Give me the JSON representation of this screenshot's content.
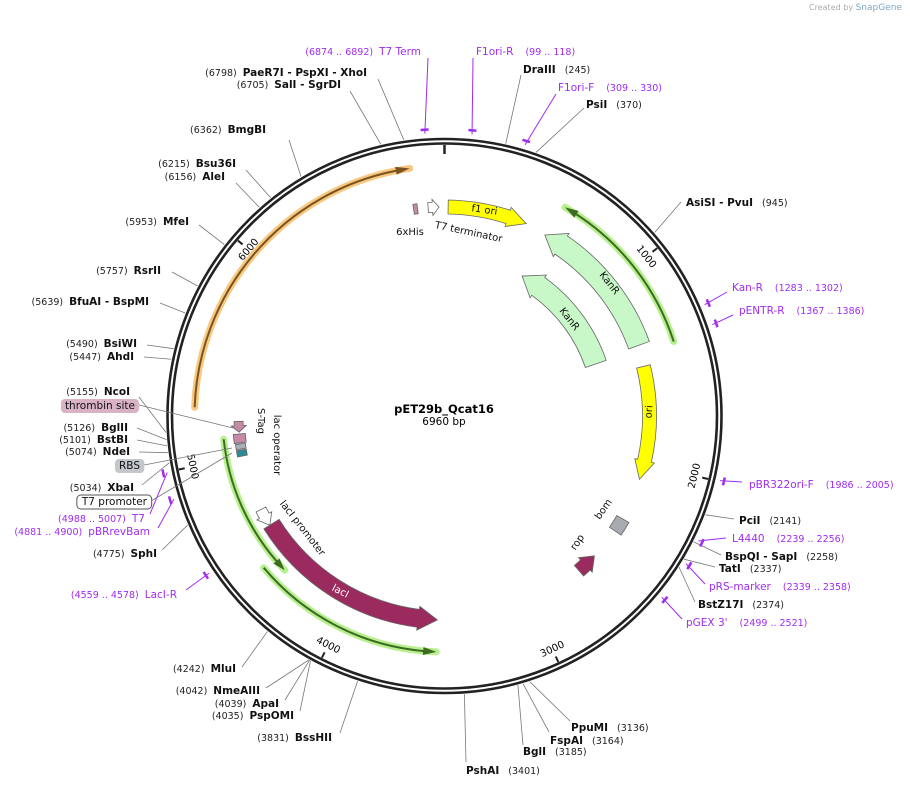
{
  "credit": {
    "prefix": "Created by",
    "brand": "SnapGene"
  },
  "plasmid": {
    "name": "pET29b_Qcat16",
    "length": "6960 bp",
    "total_bp": 6960
  },
  "ticks": [
    "1000",
    "2000",
    "3000",
    "4000",
    "5000",
    "6000"
  ],
  "enzymes": [
    {
      "name": "PaeR7I  - PspXI  - XhoI",
      "pos": "(6798)",
      "bp": 6798
    },
    {
      "name": "SalI  - SgrDI",
      "pos": "(6705)",
      "bp": 6705
    },
    {
      "name": "BmgBI",
      "pos": "(6362)",
      "bp": 6362
    },
    {
      "name": "Bsu36I",
      "pos": "(6215)",
      "bp": 6215
    },
    {
      "name": "AleI",
      "pos": "(6156)",
      "bp": 6156
    },
    {
      "name": "MfeI",
      "pos": "(5953)",
      "bp": 5953
    },
    {
      "name": "RsrII",
      "pos": "(5757)",
      "bp": 5757
    },
    {
      "name": "BfuAI  - BspMI",
      "pos": "(5639)",
      "bp": 5639
    },
    {
      "name": "BsiWI",
      "pos": "(5490)",
      "bp": 5490
    },
    {
      "name": "AhdI",
      "pos": "(5447)",
      "bp": 5447
    },
    {
      "name": "NcoI",
      "pos": "(5155)",
      "bp": 5155
    },
    {
      "name": "BglII",
      "pos": "(5126)",
      "bp": 5126
    },
    {
      "name": "BstBI",
      "pos": "(5101)",
      "bp": 5101
    },
    {
      "name": "NdeI",
      "pos": "(5074)",
      "bp": 5074
    },
    {
      "name": "XbaI",
      "pos": "(5034)",
      "bp": 5034
    },
    {
      "name": "SphI",
      "pos": "(4775)",
      "bp": 4775
    },
    {
      "name": "MluI",
      "pos": "(4242)",
      "bp": 4242
    },
    {
      "name": "NmeAIII",
      "pos": "(4042)",
      "bp": 4042
    },
    {
      "name": "ApaI",
      "pos": "(4039)",
      "bp": 4039
    },
    {
      "name": "PspOMI",
      "pos": "(4035)",
      "bp": 4035
    },
    {
      "name": "BssHII",
      "pos": "(3831)",
      "bp": 3831
    },
    {
      "name": "PshAI",
      "pos": "(3401)",
      "bp": 3401
    },
    {
      "name": "BglI",
      "pos": "(3185)",
      "bp": 3185
    },
    {
      "name": "FspAI",
      "pos": "(3164)",
      "bp": 3164
    },
    {
      "name": "PpuMI",
      "pos": "(3136)",
      "bp": 3136
    },
    {
      "name": "AsiSI  - PvuI",
      "pos": "(945)",
      "bp": 945
    },
    {
      "name": "PciI",
      "pos": "(2141)",
      "bp": 2141
    },
    {
      "name": "BspQI  - SapI",
      "pos": "(2258)",
      "bp": 2258
    },
    {
      "name": "TatI",
      "pos": "(2337)",
      "bp": 2337
    },
    {
      "name": "BstZ17I",
      "pos": "(2374)",
      "bp": 2374
    },
    {
      "name": "DraIII",
      "pos": "(245)",
      "bp": 245
    },
    {
      "name": "PsiI",
      "pos": "(370)",
      "bp": 370
    }
  ],
  "primers": [
    {
      "name": "T7 Term",
      "range": "(6874 .. 6892)",
      "bp": 6883
    },
    {
      "name": "F1ori-R",
      "range": "(99 .. 118)",
      "bp": 108
    },
    {
      "name": "F1ori-F",
      "range": "(309 .. 330)",
      "bp": 320
    },
    {
      "name": "Kan-R",
      "range": "(1283 .. 1302)",
      "bp": 1292
    },
    {
      "name": "pENTR-R",
      "range": "(1367 .. 1386)",
      "bp": 1376
    },
    {
      "name": "pBR322ori-F",
      "range": "(1986 .. 2005)",
      "bp": 1995
    },
    {
      "name": "L4440",
      "range": "(2239 .. 2256)",
      "bp": 2247
    },
    {
      "name": "pRS-marker",
      "range": "(2339 .. 2358)",
      "bp": 2348
    },
    {
      "name": "pGEX 3'",
      "range": "(2499 .. 2521)",
      "bp": 2510
    },
    {
      "name": "T7",
      "range": "(4988 .. 5007)",
      "bp": 4997
    },
    {
      "name": "pBRrevBam",
      "range": "(4881 .. 4900)",
      "bp": 4890
    },
    {
      "name": "LacI-R",
      "range": "(4559 .. 4578)",
      "bp": 4568
    }
  ],
  "boxed_features": [
    {
      "name": "thrombin site",
      "fill": "#d9b3c5"
    },
    {
      "name": "RBS",
      "fill": "#c3c7cc"
    },
    {
      "name": "T7 promoter",
      "fill": "#ffffff"
    }
  ],
  "features": {
    "f1_ori": "f1 ori",
    "kanr_outer": "KanR",
    "kanr_inner": "KanR",
    "ori": "ori",
    "bom": "bom",
    "rop": "rop",
    "laci": "lacI",
    "laci_promoter": "lacI promoter",
    "his_tag": "6xHis",
    "t7_terminator": "T7 terminator",
    "s_tag": "S-Tag",
    "lac_operator": "lac operator"
  },
  "colors": {
    "primer": "#a02cf0",
    "ori_yellow": "#ffff00",
    "kanr_green": "#c8f8c8",
    "maroon": "#9b2b5e",
    "orange": "#f8c880",
    "green_glow": "#b8f090",
    "bom_gray": "#a8acb0"
  }
}
